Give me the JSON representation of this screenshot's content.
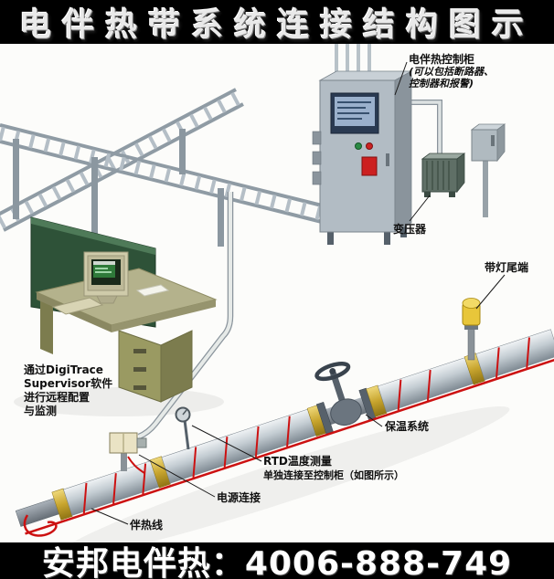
{
  "header": {
    "title": "电伴热带系统连接结构图示"
  },
  "footer": {
    "text": "安邦电伴热：4006-888-749"
  },
  "labels": {
    "control_cabinet": {
      "title": "电伴热控制柜",
      "note1": "(可以包括断路器、",
      "note2": "控制器和报警)"
    },
    "transformer": "变压器",
    "end_light": "带灯尾端",
    "insulation": "保温系统",
    "rtd": "RTD温度测量",
    "rtd_note": "单独连接至控制柜（如图所示）",
    "power_connection": "电源连接",
    "heat_trace_cable": "伴热线",
    "software": {
      "line1": "通过DigiTrace",
      "line2": "Supervisor软件",
      "line3": "进行远程配置",
      "line4": "与监测"
    }
  },
  "colors": {
    "banner_bg": "#000000",
    "banner_text": "#e9e9e9",
    "trace_red": "#cc1111",
    "insulation_yellow": "#d9b93c",
    "cabinet_gray": "#b2bcc4",
    "desk_green": "#2e5238"
  }
}
